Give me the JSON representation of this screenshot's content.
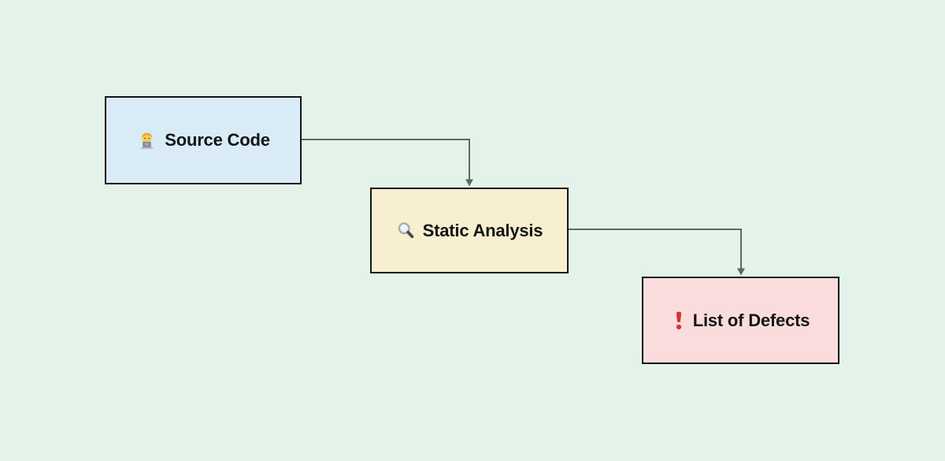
{
  "diagram": {
    "background_color": "#e3f3ea",
    "node_border_color": "#151515",
    "connector_color": "#5d6a60",
    "nodes": [
      {
        "id": "source-code",
        "label": "Source Code",
        "icon": "technologist-emoji",
        "fill": "#d8ebf7"
      },
      {
        "id": "static-analysis",
        "label": "Static Analysis",
        "icon": "magnifying-glass-emoji",
        "fill": "#f8efd1"
      },
      {
        "id": "list-of-defects",
        "label": "List of Defects",
        "icon": "red-exclamation-emoji",
        "fill": "#f9dcdb"
      }
    ],
    "edges": [
      {
        "from": "source-code",
        "to": "static-analysis"
      },
      {
        "from": "static-analysis",
        "to": "list-of-defects"
      }
    ],
    "accent_colors": {
      "exclamation_red": "#da312d"
    }
  }
}
